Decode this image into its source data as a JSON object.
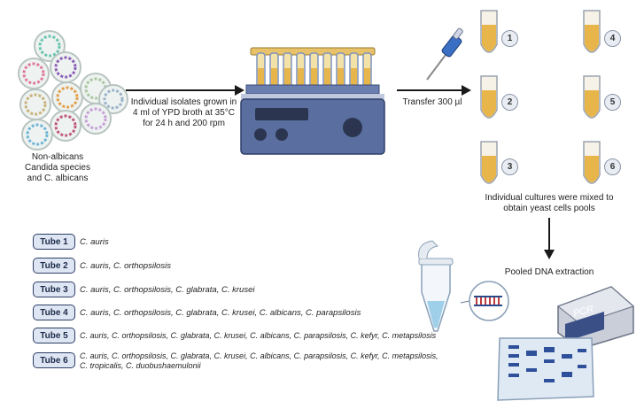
{
  "left_label": "Non-albicans\nCandida species\nand C. albicans",
  "growth_text": "Individual isolates grown in\n4 ml of YPD broth at 35°C\nfor 24 h and 200 rpm",
  "transfer_text": "Transfer 300 µl",
  "mix_text": "Individual cultures were mixed to\nobtain yeast cells pools",
  "extraction_text": "Pooled DNA extraction",
  "pcr_label": "PCR",
  "numbered_tubes": [
    "1",
    "2",
    "3",
    "4",
    "5",
    "6"
  ],
  "tubes": [
    {
      "label": "Tube 1",
      "species": "C. auris"
    },
    {
      "label": "Tube 2",
      "species": "C. auris, C. orthopsilosis"
    },
    {
      "label": "Tube 3",
      "species": "C. auris, C. orthopsilosis, C. glabrata, C. krusei"
    },
    {
      "label": "Tube 4",
      "species": "C. auris, C. orthopsilosis, C. glabrata, C. krusei, C. albicans, C. parapsilosis"
    },
    {
      "label": "Tube 5",
      "species": "C. auris, C. orthopsilosis, C. glabrata, C. krusei, C. albicans, C. parapsilosis, C. kefyr, C. metapsilosis"
    },
    {
      "label": "Tube 6",
      "species": "C. auris, C. orthopsilosis, C. glabrata, C. krusei, C. albicans,  C. parapsilosis, C. kefyr, C. metapsilosis,\nC. tropicalis, C. duobushaemulonii"
    }
  ],
  "colors": {
    "badge_border": "#2c3e66",
    "badge_fill": "#dfe6f3",
    "broth": "#e8b54a",
    "shaker_body": "#5a6fa0",
    "arrow": "#1a1a1a"
  }
}
